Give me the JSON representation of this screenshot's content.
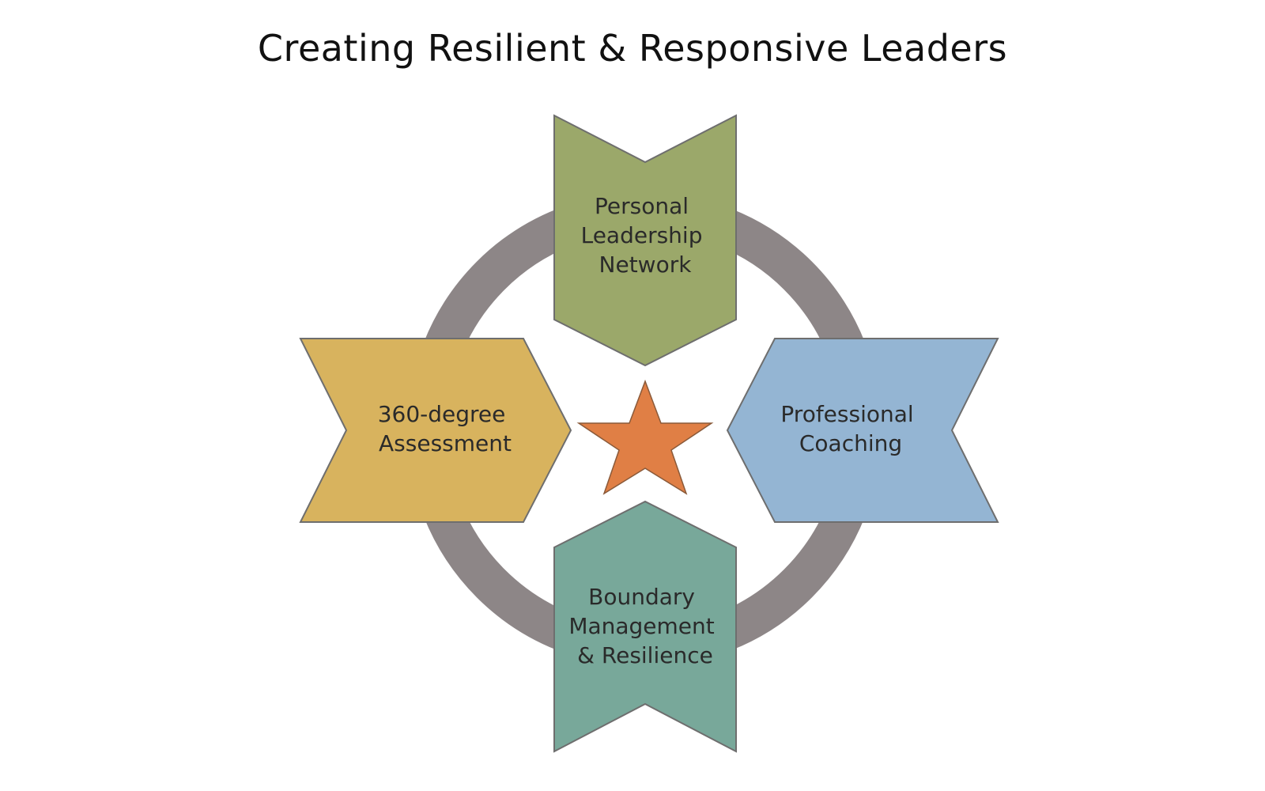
{
  "title": "Creating Resilient & Responsive Leaders",
  "colors": {
    "ring": "#8d8687",
    "top": "#9ba86a",
    "left": "#d8b35e",
    "right": "#94b5d3",
    "bottom": "#78a89a",
    "star": "#e07f45",
    "outline": "#6e6e6e"
  },
  "nodes": {
    "top": {
      "lines": [
        "Personal",
        "Leadership",
        "Network"
      ]
    },
    "left": {
      "lines": [
        "360-degree",
        "Assessment"
      ]
    },
    "right": {
      "lines": [
        "Professional",
        "Coaching"
      ]
    },
    "bottom": {
      "lines": [
        "Boundary",
        "Management",
        "& Resilience"
      ]
    }
  },
  "center_icon": "star-icon"
}
